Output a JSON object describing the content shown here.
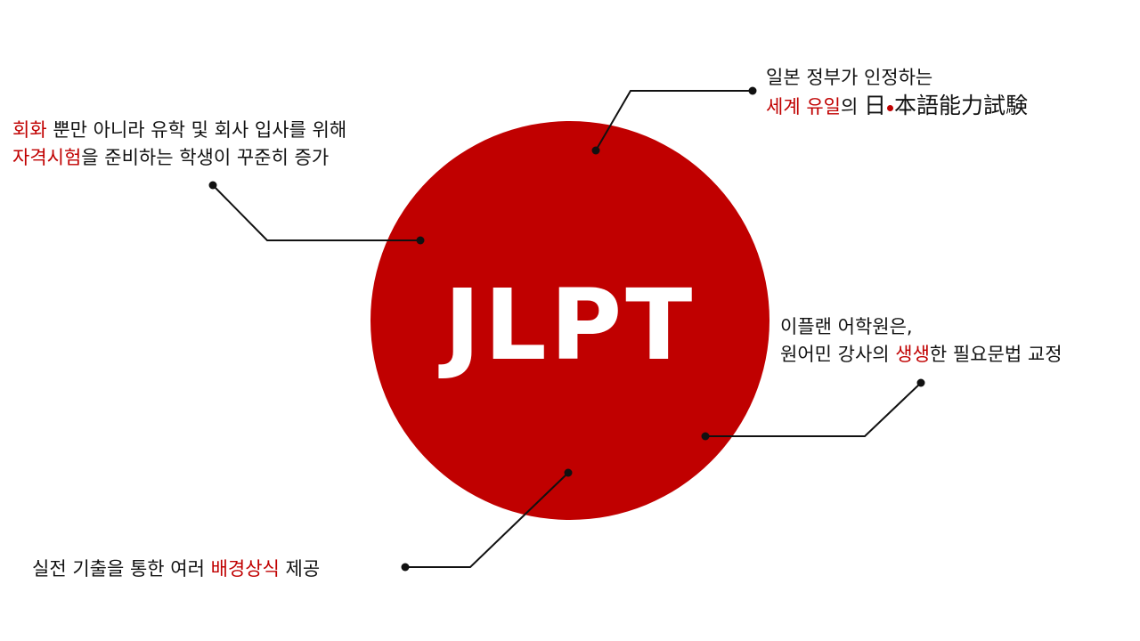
{
  "diagram": {
    "center_label": "JLPT",
    "colors": {
      "circle": "#c00000",
      "highlight": "#c00000",
      "text": "#111111",
      "connector": "#111111"
    },
    "notes": {
      "top_left": {
        "line1": {
          "hl": "회화",
          "rest": " 뿐만 아니라 유학 및 회사 입사를 위해"
        },
        "line2": {
          "hl": "자격시험",
          "rest": "을 준비하는 학생이 꾸준히 증가"
        }
      },
      "top_right": {
        "line1": "일본 정부가 인정하는",
        "line2": {
          "hl": "세계 유일",
          "mid": "의 ",
          "cjk_pre": "日",
          "cjk_post": "本語能力試験"
        }
      },
      "mid_right": {
        "line1": "이플랜 어학원은,",
        "line2": {
          "pre": "원어민 강사의 ",
          "hl": "생생",
          "rest": "한 필요문법 교정"
        }
      },
      "bottom_left": {
        "line1": {
          "pre": "실전 기출을 통한 여러 ",
          "hl": "배경상식",
          "rest": " 제공"
        }
      }
    }
  }
}
